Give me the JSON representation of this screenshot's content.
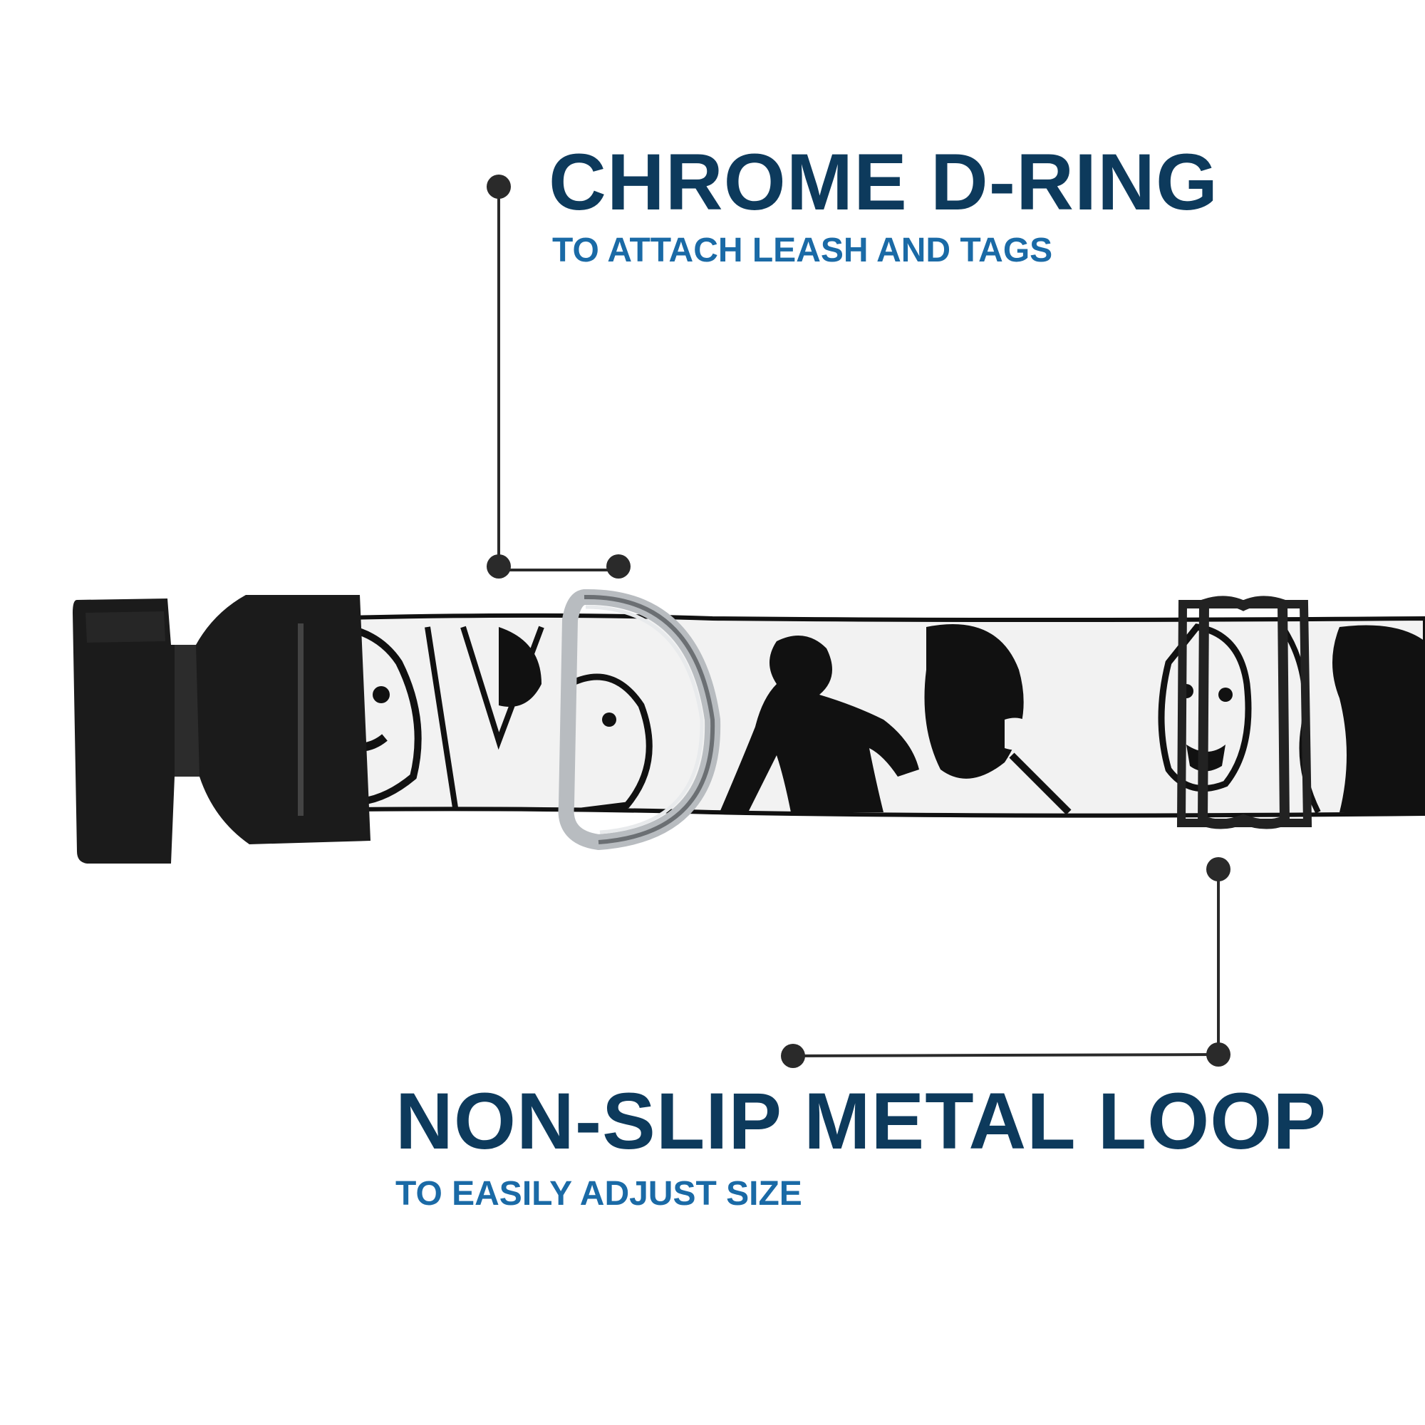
{
  "colors": {
    "title": "#0d3a5c",
    "subtitle": "#1a6aa6",
    "leader": "#2a2a2a",
    "strap": "#f2f2f2",
    "buckle": "#1b1b1b",
    "ring": "#b8bcc0",
    "loop": "#222222"
  },
  "callouts": {
    "d_ring": {
      "title": "CHROME D-RING",
      "subtitle": "TO ATTACH LEASH AND TAGS"
    },
    "metal_loop": {
      "title": "NON-SLIP METAL LOOP",
      "subtitle": "TO EASILY ADJUST SIZE"
    }
  }
}
